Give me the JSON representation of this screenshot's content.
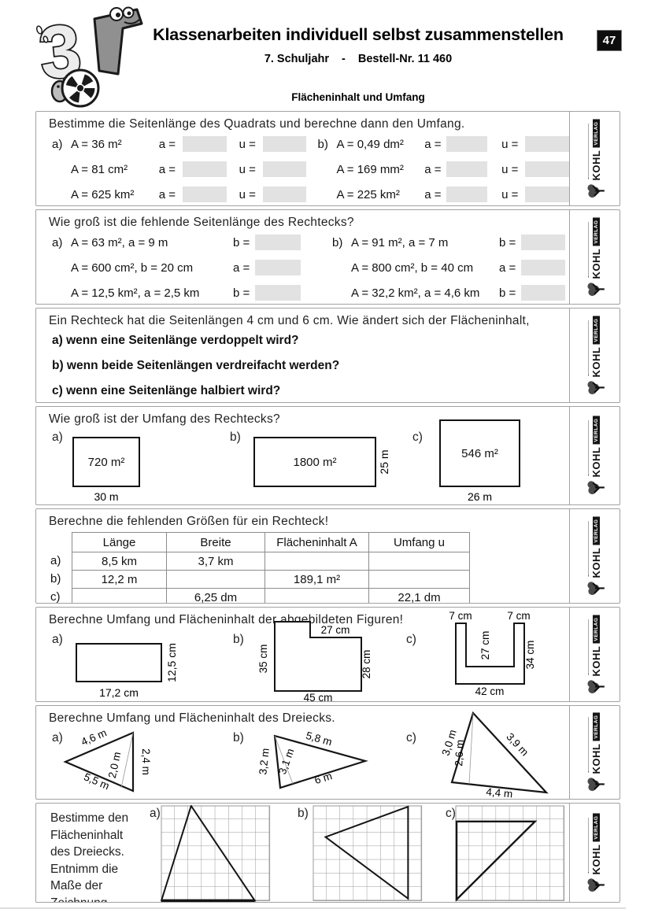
{
  "header": {
    "title": "Klassenarbeiten individuell selbst zusammenstellen",
    "grade": "7. Schuljahr",
    "dash": "-",
    "order_no": "Bestell-Nr. 11 460",
    "page_number": "47",
    "topic": "Flächeninhalt und Umfang"
  },
  "logo": {
    "kohl": "KOHL",
    "verlag": "VERLAG"
  },
  "colors": {
    "answer_box": "#e2e2e2",
    "section_border": "#a2a2a2",
    "badge_bg": "#0d0d0d"
  },
  "s1": {
    "title": "Bestimme die Seitenlänge des Quadrats und berechne dann den Umfang.",
    "rows": [
      {
        "pa": "a)",
        "ga": "A = 36 m²",
        "la1": "a =",
        "la2": "u =",
        "pb": "b)",
        "gb": "A = 0,49 dm²",
        "lb1": "a =",
        "lb2": "u ="
      },
      {
        "pa": "",
        "ga": "A = 81 cm²",
        "la1": "a =",
        "la2": "u =",
        "pb": "",
        "gb": "A = 169 mm²",
        "lb1": "a =",
        "lb2": "u ="
      },
      {
        "pa": "",
        "ga": "A = 625 km²",
        "la1": "a =",
        "la2": "u =",
        "pb": "",
        "gb": "A = 225 km²",
        "lb1": "a =",
        "lb2": "u ="
      }
    ]
  },
  "s2": {
    "title": "Wie groß ist die fehlende Seitenlänge des Rechtecks?",
    "rows": [
      {
        "pa": "a)",
        "ga": "A = 63 m², a = 9 m",
        "la": "b =",
        "pb": "b)",
        "gb": "A = 91 m², a = 7 m",
        "lb": "b ="
      },
      {
        "pa": "",
        "ga": "A = 600 cm², b = 20 cm",
        "la": "a =",
        "pb": "",
        "gb": "A = 800 cm², b = 40 cm",
        "lb": "a ="
      },
      {
        "pa": "",
        "ga": "A = 12,5 km², a = 2,5 km",
        "la": "b =",
        "pb": "",
        "gb": "A = 32,2 km², a = 4,6 km",
        "lb": "b ="
      }
    ]
  },
  "s3": {
    "title": "Ein Rechteck hat die Seitenlängen 4 cm und 6 cm. Wie ändert sich der Flächeninhalt,",
    "items": [
      "a) wenn eine Seitenlänge verdoppelt wird?",
      "b) wenn beide Seitenlängen verdreifacht werden?",
      "c) wenn eine Seitenlänge halbiert wird?"
    ]
  },
  "s4": {
    "title": "Wie groß ist der Umfang des Rechtecks?",
    "a": {
      "label": "a)",
      "area": "720 m²",
      "bottom": "30 m"
    },
    "b": {
      "label": "b)",
      "area": "1800 m²",
      "right": "25 m"
    },
    "c": {
      "label": "c)",
      "area": "546 m²",
      "bottom": "26 m"
    }
  },
  "s5": {
    "title": "Berechne die fehlenden Größen für ein Rechteck!",
    "headers": [
      "Länge",
      "Breite",
      "Flächeninhalt A",
      "Umfang u"
    ],
    "rows": [
      {
        "label": "a)",
        "c0": "8,5 km",
        "c1": "3,7 km",
        "c2": "",
        "c3": ""
      },
      {
        "label": "b)",
        "c0": "12,2 m",
        "c1": "",
        "c2": "189,1 m²",
        "c3": ""
      },
      {
        "label": "c)",
        "c0": "",
        "c1": "6,25 dm",
        "c2": "",
        "c3": "22,1 dm"
      }
    ]
  },
  "s6": {
    "title": "Berechne Umfang und Flächeninhalt der abgebildeten Figuren!",
    "a": {
      "label": "a)",
      "bottom": "17,2 cm",
      "right": "12,5 cm"
    },
    "b": {
      "label": "b)",
      "left": "35 cm",
      "step": "27 cm",
      "right": "28 cm",
      "bottom": "45 cm"
    },
    "c": {
      "label": "c)",
      "tab_left": "7 cm",
      "tab_right": "7 cm",
      "inner": "27 cm",
      "right": "34 cm",
      "bottom": "42 cm"
    }
  },
  "s7": {
    "title": "Berechne Umfang und Flächeninhalt des Dreiecks.",
    "a": {
      "label": "a)",
      "top": "4,6 m",
      "right": "2,4 m",
      "bottom": "5,5 m",
      "height": "2,0 m"
    },
    "b": {
      "label": "b)",
      "top": "5,8 m",
      "left": "3,2 m",
      "height": "3,1 m",
      "bottom": "6 m"
    },
    "c": {
      "label": "c)",
      "left": "3,0 m",
      "height": "2,6 m",
      "right": "3,9 m",
      "bottom": "4,4 m"
    }
  },
  "s8": {
    "text": [
      "Bestimme den",
      "Flächeninhalt",
      "des Dreiecks.",
      "Entnimm die",
      "Maße der",
      "Zeichnung."
    ],
    "labels": {
      "a": "a)",
      "b": "b)",
      "c": "c)"
    }
  }
}
